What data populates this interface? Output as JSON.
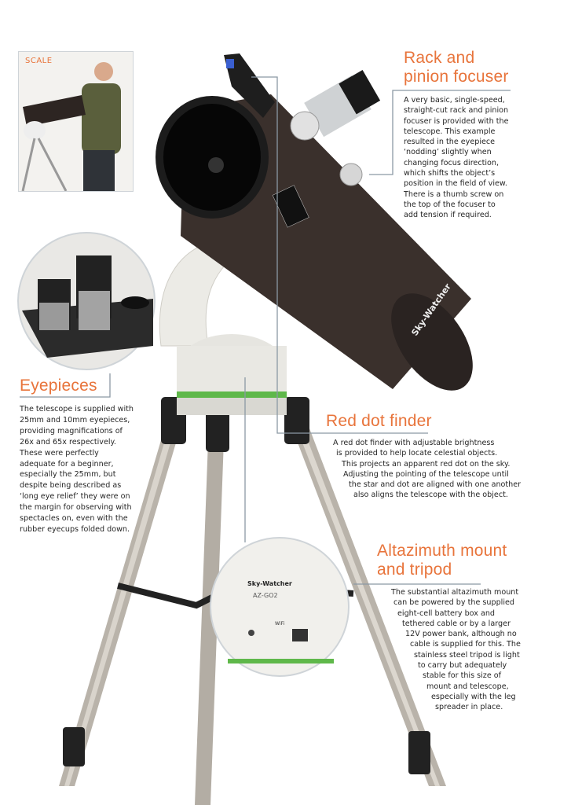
{
  "scale_box": {
    "label": "SCALE"
  },
  "rack": {
    "heading": [
      "Rack and",
      "pinion focuser"
    ],
    "body": [
      "A very basic, single-speed,",
      "straight-cut rack and pinion",
      "focuser is provided with the",
      "telescope. This example",
      "resulted in the eyepiece",
      "‘nodding’ slightly when",
      "changing focus direction,",
      "which shifts the object’s",
      "position in the field of view.",
      "There is a thumb screw on",
      "the top of the focuser to",
      "add tension if required."
    ]
  },
  "eyepieces": {
    "heading": "Eyepieces",
    "body": [
      "The telescope is supplied with",
      "25mm and 10mm eyepieces,",
      "providing magnifications of",
      "26x and 65x respectively.",
      "These were perfectly",
      "adequate for a beginner,",
      "especially the 25mm, but",
      "despite being described as",
      "‘long eye relief’ they were on",
      "the margin for observing with",
      "spectacles on, even with the",
      "rubber eyecups folded down."
    ]
  },
  "red_dot": {
    "heading": "Red dot finder",
    "body": [
      "A red dot finder with adjustable brightness",
      "is provided to help locate celestial objects.",
      "This projects an apparent red dot on the sky.",
      "Adjusting the pointing of the telescope until",
      "the star and dot are aligned with one another",
      "also aligns the telescope with the object."
    ]
  },
  "altaz": {
    "heading": [
      "Altazimuth mount",
      "and tripod"
    ],
    "body": [
      "The substantial altazimuth mount",
      "can be powered by the supplied",
      "eight-cell battery box and",
      "tethered cable or by a larger",
      "12V power bank, although no",
      "cable is supplied for this. The",
      "stainless steel tripod is light",
      "to carry but adequately",
      "stable for this size of",
      "mount and telescope,",
      "especially with the leg",
      "spreader in place."
    ]
  },
  "product_labels": {
    "brand": "Sky-Watcher",
    "mount_model": "AZ-GO2",
    "wifi": "WiFi"
  },
  "colors": {
    "accent": "#e8743b",
    "connector": "#8b99a4",
    "tube": "#3a302c",
    "mount": "#ecebe6",
    "green_ring": "#5fb84a"
  }
}
